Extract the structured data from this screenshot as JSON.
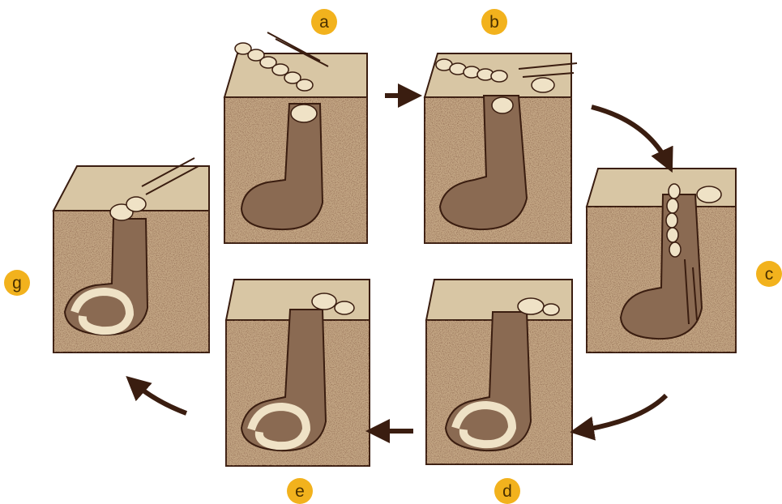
{
  "labels": {
    "a": "a",
    "b": "b",
    "c": "c",
    "d": "d",
    "e": "e",
    "g": "g"
  },
  "colors": {
    "badge": "#f2b21d",
    "badge_text": "#4a3000",
    "ink": "#3a1d10",
    "soil_top": "#d8c6a4",
    "soil_side": "#b69a78",
    "soil_front": "#c9ae8c",
    "cavity": "#8a6a52"
  }
}
